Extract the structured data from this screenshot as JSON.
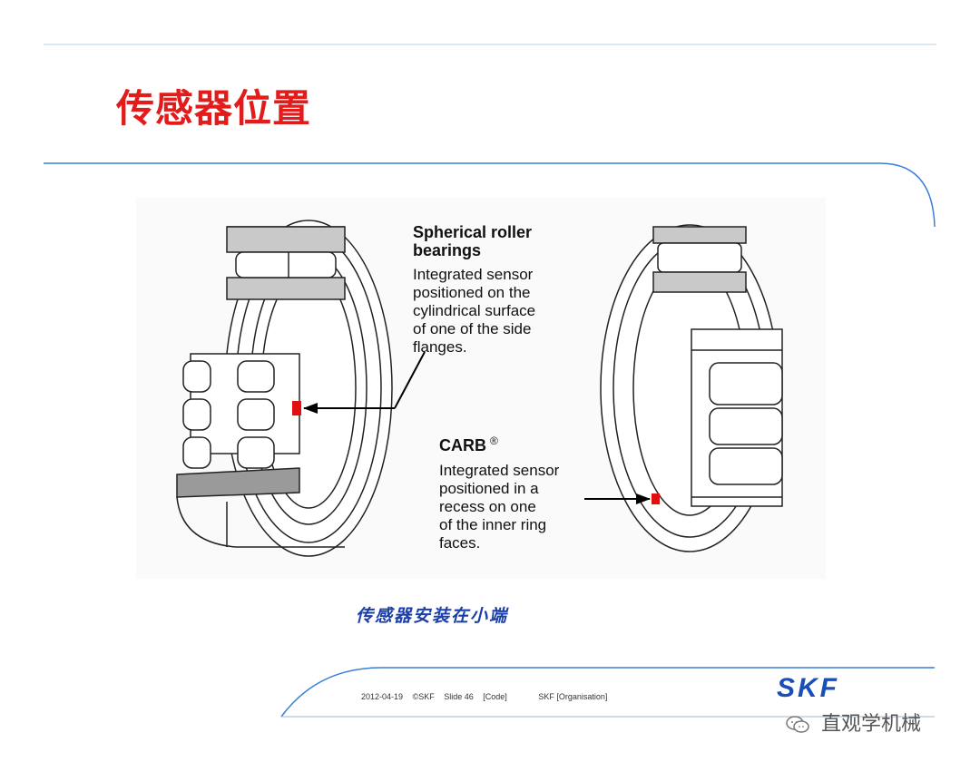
{
  "slide": {
    "title": "传感器位置",
    "caption": "传感器安装在小端"
  },
  "annotations": {
    "spherical": {
      "heading_line1": "Spherical roller",
      "heading_line2": "bearings",
      "body": [
        "Integrated sensor",
        "positioned on the",
        "cylindrical surface",
        "of one of the side",
        "flanges."
      ]
    },
    "carb": {
      "heading": "CARB",
      "heading_mark": "®",
      "body": [
        "Integrated sensor",
        "positioned in a",
        "recess on one",
        "of the inner ring",
        "faces."
      ]
    }
  },
  "footer": {
    "date": "2012-04-19",
    "copyright": "©SKF",
    "slide_no": "Slide 46",
    "code": "[Code]",
    "organisation": "SKF [Organisation]"
  },
  "brand": {
    "logo": "SKF",
    "watermark": "直观学机械"
  },
  "colors": {
    "title": "#e21b1b",
    "caption": "#1b3fa8",
    "accent_line": "#3a7fd5",
    "sensor": "#e01010",
    "logo": "#1b4fb8"
  }
}
